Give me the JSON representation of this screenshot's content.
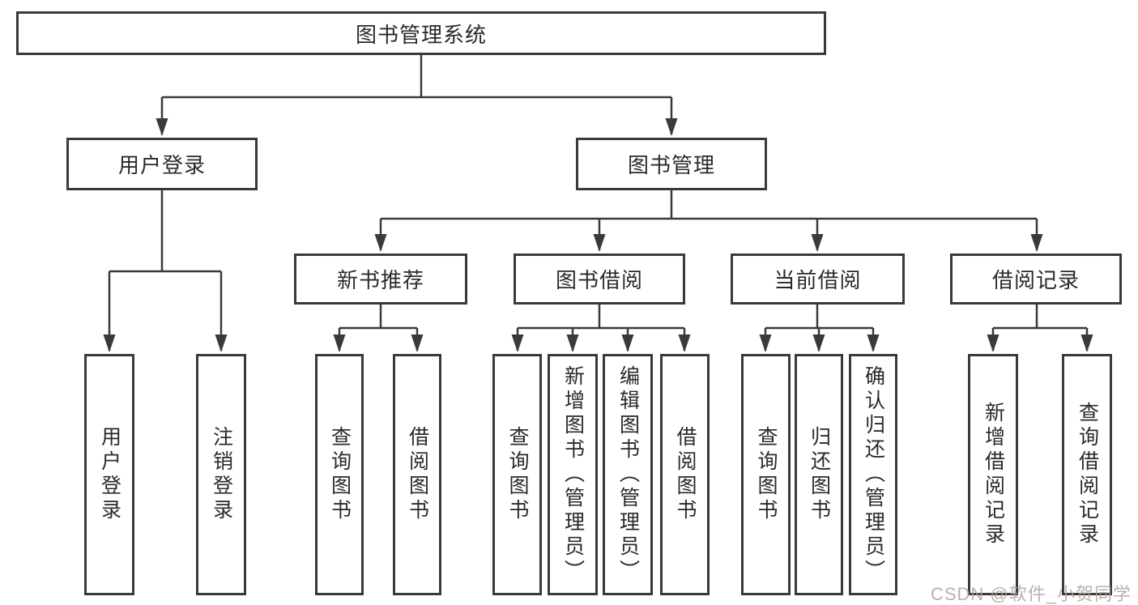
{
  "tree": {
    "label": "图书管理系统",
    "children": [
      {
        "label": "用户登录",
        "children": [
          {
            "label": "用户登录"
          },
          {
            "label": "注销登录"
          }
        ]
      },
      {
        "label": "图书管理",
        "children": [
          {
            "label": "新书推荐",
            "children": [
              {
                "label": "查询图书"
              },
              {
                "label": "借阅图书"
              }
            ]
          },
          {
            "label": "图书借阅",
            "children": [
              {
                "label": "查询图书"
              },
              {
                "label": "新增图书（管理员）"
              },
              {
                "label": "编辑图书（管理员）"
              },
              {
                "label": "借阅图书"
              }
            ]
          },
          {
            "label": "当前借阅",
            "children": [
              {
                "label": "查询图书"
              },
              {
                "label": "归还图书"
              },
              {
                "label": "确认归还（管理员）"
              }
            ]
          },
          {
            "label": "借阅记录",
            "children": [
              {
                "label": "新增借阅记录"
              },
              {
                "label": "查询借阅记录"
              }
            ]
          }
        ]
      }
    ]
  },
  "watermark": {
    "text": "CSDN @软件_小贺同学"
  },
  "colors": {
    "line": "#3a3a3a",
    "box_border": "#3a3a3a",
    "box_fill": "#ffffff",
    "text": "#2a2a2a",
    "background": "#ffffff",
    "watermark": "#aca3a3"
  }
}
